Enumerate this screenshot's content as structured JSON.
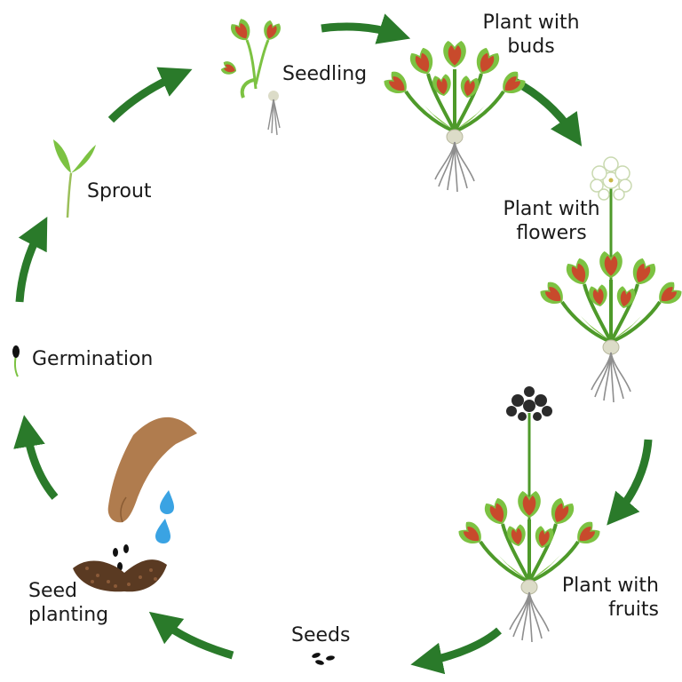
{
  "title": "",
  "colors": {
    "arrow": "#2a7a2a",
    "leaf": "#7cc242",
    "leaf_dark": "#4e9a2a",
    "trap": "#c84a2c",
    "root": "#9e9e9e",
    "soil": "#5a3a22",
    "hand": "#b07c4e",
    "water": "#3aa3e3",
    "flower": "#ffffff",
    "fruit": "#2b2b2b"
  },
  "stages": [
    {
      "id": "seedling",
      "label": "Seedling",
      "icon": "seedling-icon"
    },
    {
      "id": "buds",
      "label_line1": "Plant with",
      "label_line2": "buds",
      "icon": "plant-buds-icon"
    },
    {
      "id": "flowers",
      "label_line1": "Plant with",
      "label_line2": "flowers",
      "icon": "plant-flowers-icon"
    },
    {
      "id": "fruits",
      "label_line1": "Plant with",
      "label_line2": "fruits",
      "icon": "plant-fruits-icon"
    },
    {
      "id": "seeds",
      "label": "Seeds",
      "icon": "seeds-icon"
    },
    {
      "id": "planting",
      "label_line1": "Seed",
      "label_line2": "planting",
      "icon": "seed-planting-icon"
    },
    {
      "id": "germination",
      "label": "Germination",
      "icon": "germinating-seed-icon"
    },
    {
      "id": "sprout",
      "label": "Sprout",
      "icon": "sprout-icon"
    }
  ]
}
